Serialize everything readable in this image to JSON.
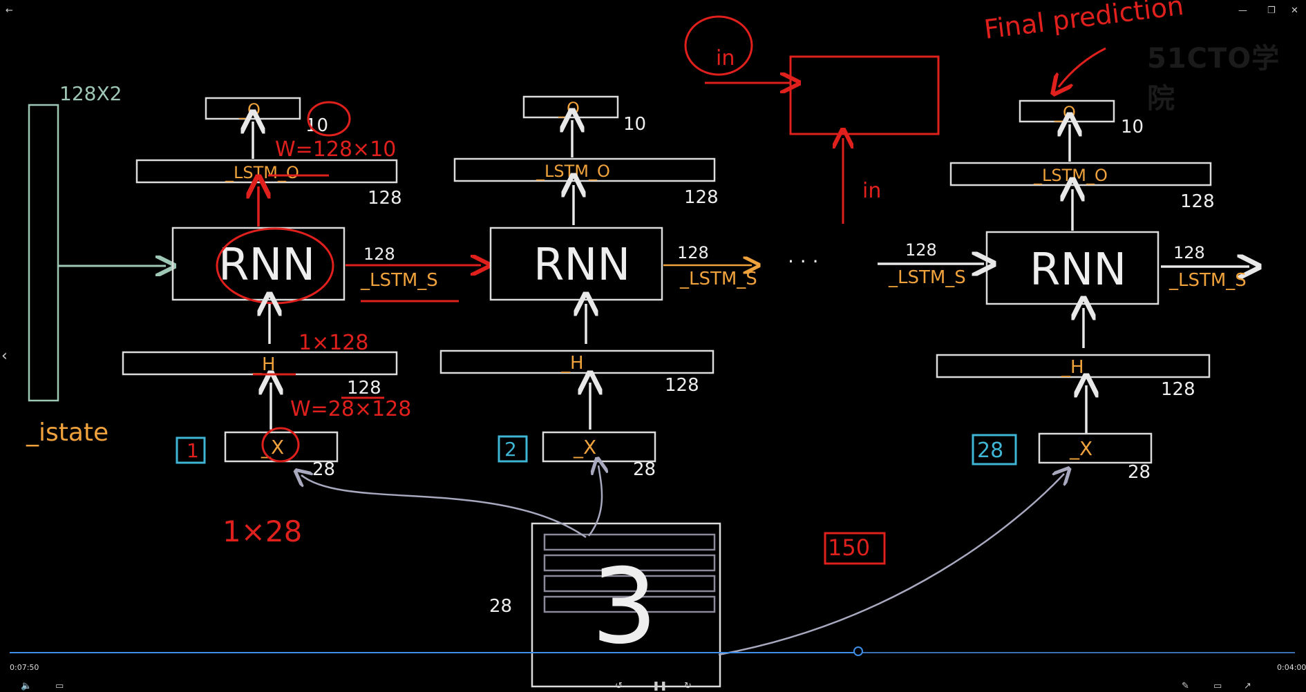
{
  "player": {
    "time_current": "0:07:50",
    "time_total": "0:04:00",
    "progress": 0.66,
    "watermark": "51CTO学院"
  },
  "board": {
    "final_prediction": "Final prediction",
    "istate_size": "128X2",
    "istate_label": "_istate",
    "rnn_label": "RNN",
    "o_label": "_O",
    "lstm_o_label": "_LSTM_O",
    "h_label": "_H",
    "x_label": "_X",
    "lstm_s_label": "_LSTM_S",
    "dim_10": "10",
    "dim_128": "128",
    "dim_28": "28",
    "step_1": "1",
    "step_2": "2",
    "step_28": "28",
    "ellipsis": "· · ·",
    "w_out": "W=128×10",
    "w_in": "W=28×128",
    "dim_1x128": "1×128",
    "dim_1x28": "1×28",
    "in_top": "in",
    "in_bottom": "in",
    "digit": "3",
    "side_28": "28",
    "batch_note": "150"
  }
}
